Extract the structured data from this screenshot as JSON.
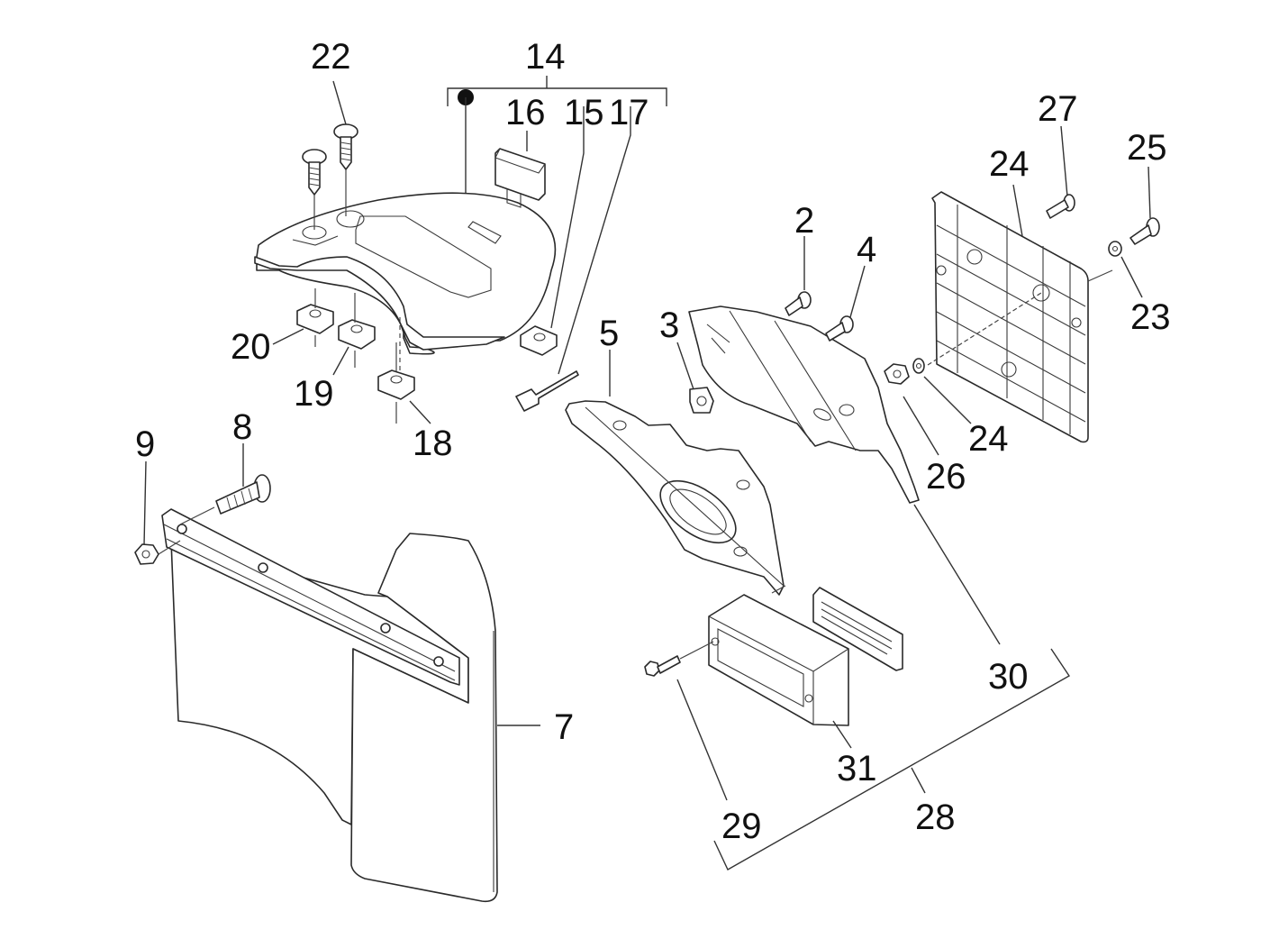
{
  "diagram": {
    "type": "exploded-parts-diagram",
    "subject": "Rear license plate holder and mudguard assembly",
    "callouts": [
      {
        "id": "c22",
        "label": "22",
        "part": "screw"
      },
      {
        "id": "c14",
        "label": "14",
        "part": "bracket assembly (group)"
      },
      {
        "id": "c16",
        "label": "16",
        "part": "clip"
      },
      {
        "id": "c15",
        "label": "15",
        "part": "clip nut"
      },
      {
        "id": "c17",
        "label": "17",
        "part": "rivet"
      },
      {
        "id": "c27",
        "label": "27",
        "part": "pin"
      },
      {
        "id": "c25",
        "label": "25",
        "part": "screw"
      },
      {
        "id": "c24a",
        "label": "24",
        "part": "license plate holder"
      },
      {
        "id": "c2",
        "label": "2",
        "part": "screw"
      },
      {
        "id": "c4",
        "label": "4",
        "part": "screw"
      },
      {
        "id": "c23",
        "label": "23",
        "part": "washer"
      },
      {
        "id": "c20",
        "label": "20",
        "part": "clip nut"
      },
      {
        "id": "c5",
        "label": "5",
        "part": "support plate"
      },
      {
        "id": "c3",
        "label": "3",
        "part": "clip nut"
      },
      {
        "id": "c19",
        "label": "19",
        "part": "clip nut"
      },
      {
        "id": "c24b",
        "label": "24",
        "part": "washer"
      },
      {
        "id": "c18",
        "label": "18",
        "part": "clip nut"
      },
      {
        "id": "c9",
        "label": "9",
        "part": "nut"
      },
      {
        "id": "c8",
        "label": "8",
        "part": "bolt"
      },
      {
        "id": "c26",
        "label": "26",
        "part": "nut"
      },
      {
        "id": "c30",
        "label": "30",
        "part": "rear cover"
      },
      {
        "id": "c7",
        "label": "7",
        "part": "mudflap"
      },
      {
        "id": "c31",
        "label": "31",
        "part": "license plate light"
      },
      {
        "id": "c28",
        "label": "28",
        "part": "light assembly (group)"
      },
      {
        "id": "c29",
        "label": "29",
        "part": "screw"
      }
    ]
  }
}
